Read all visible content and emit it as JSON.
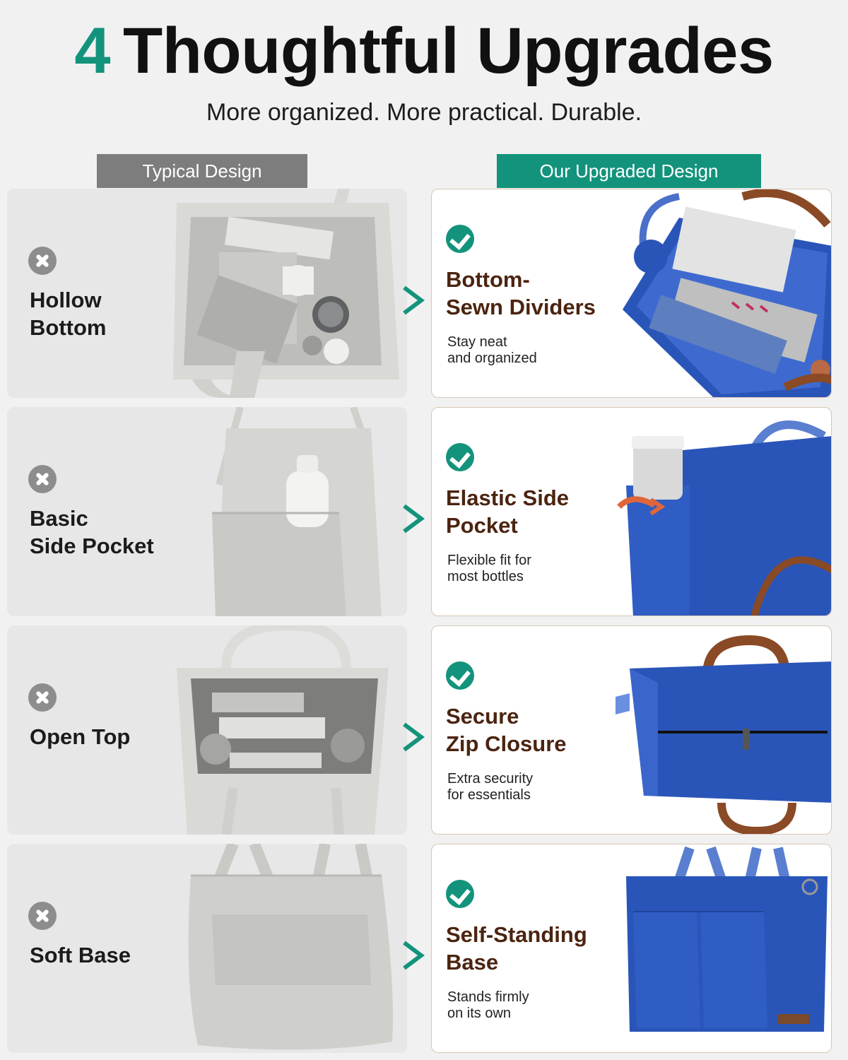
{
  "header": {
    "number": "4",
    "title": "Thoughtful Upgrades",
    "subtitle": "More organized. More practical. Durable."
  },
  "columns": {
    "typical": "Typical Design",
    "upgraded": "Our Upgraded Design"
  },
  "rows": [
    {
      "typical_line1": "Hollow",
      "typical_line2": "Bottom",
      "upgrade_line1": "Bottom-",
      "upgrade_line2": "Sewn Dividers",
      "desc_line1": "Stay neat",
      "desc_line2": "and organized"
    },
    {
      "typical_line1": "Basic",
      "typical_line2": "Side Pocket",
      "upgrade_line1": "Elastic Side",
      "upgrade_line2": "Pocket",
      "desc_line1": "Flexible fit for",
      "desc_line2": "most bottles"
    },
    {
      "typical_line1": "Open Top",
      "typical_line2": "",
      "upgrade_line1": "Secure",
      "upgrade_line2": "Zip Closure",
      "desc_line1": "Extra security",
      "desc_line2": "for essentials"
    },
    {
      "typical_line1": "Soft Base",
      "typical_line2": "",
      "upgrade_line1": "Self-Standing",
      "upgrade_line2": "Base",
      "desc_line1": "Stands firmly",
      "desc_line2": "on its own"
    }
  ],
  "colors": {
    "accent": "#13937c",
    "typical_gray": "#7d7d7d",
    "feature_brown": "#4b2410",
    "bag_blue": "#2a55b8"
  }
}
